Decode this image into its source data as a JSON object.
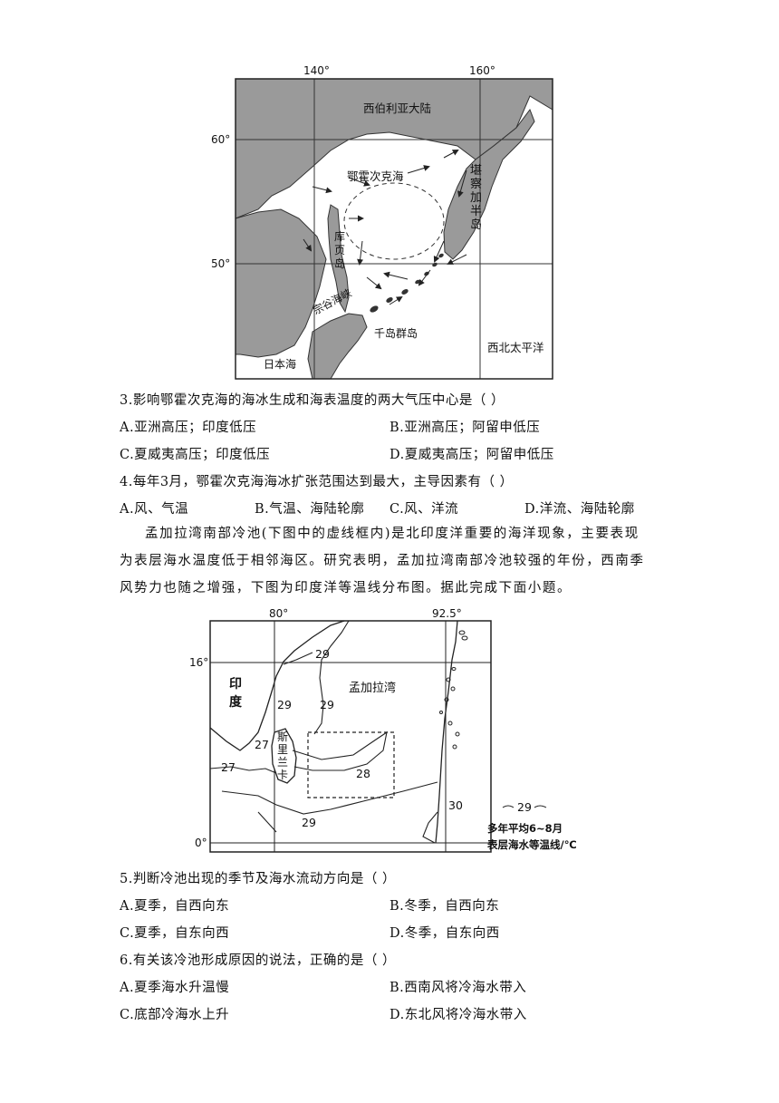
{
  "map1": {
    "lon": [
      "140°",
      "160°"
    ],
    "lat": [
      "60°",
      "50°"
    ],
    "labels": {
      "siberia": "西伯利亚大陆",
      "okhotsk": "鄂霍次克海",
      "kamchatka": "堪察加半岛",
      "sakhalin": "库页岛",
      "soya": "宗谷海峡",
      "kuril": "千岛群岛",
      "pacific": "西北太平洋",
      "japansea": "日本海"
    },
    "colors": {
      "land": "#9a9a9a",
      "sea": "#ffffff"
    }
  },
  "q3": {
    "stem": "3.影响鄂霍次克海的海冰生成和海表温度的两大气压中心是（    ）",
    "A": "A.亚洲高压；印度低压",
    "B": "B.亚洲高压；阿留申低压",
    "C": "C.夏威夷高压；印度低压",
    "D": "D.夏威夷高压；阿留申低压"
  },
  "q4": {
    "stem": "4.每年3月，鄂霍次克海海冰扩张范围达到最大，主导因素有（    ）",
    "A": "A.风、气温",
    "B": "B.气温、海陆轮廓",
    "C": "C.风、洋流",
    "D": "D.洋流、海陆轮廓"
  },
  "intro": {
    "line1": "孟加拉湾南部冷池(下图中的虚线框内)是北印度洋重要的海洋现象，主要表现",
    "line2": "为表层海水温度低于相邻海区。研究表明，孟加拉湾南部冷池较强的年份，西南季",
    "line3": "风势力也随之增强，下图为印度洋等温线分布图。据此完成下面小题。"
  },
  "map2": {
    "lon": [
      "80°",
      "92.5°"
    ],
    "lat": [
      "16°",
      "0°"
    ],
    "labels": {
      "india": "印度",
      "bay": "孟加拉湾",
      "srilanka": "斯里兰卡"
    },
    "isotherms": [
      "29",
      "29",
      "29",
      "27",
      "27",
      "28",
      "29",
      "30"
    ],
    "legend": {
      "sample": "29",
      "line1": "多年平均6~8月",
      "line2": "表层海水等温线/℃"
    }
  },
  "q5": {
    "stem": "5.判断冷池出现的季节及海水流动方向是（    ）",
    "A": "A.夏季，自西向东",
    "B": "B.冬季，自西向东",
    "C": "C.夏季，自东向西",
    "D": "D.冬季，自东向西"
  },
  "q6": {
    "stem": "6.有关该冷池形成原因的说法，正确的是（    ）",
    "A": "A.夏季海水升温慢",
    "B": "B.西南风将冷海水带入",
    "C": "C.底部冷海水上升",
    "D": "D.东北风将冷海水带入"
  }
}
